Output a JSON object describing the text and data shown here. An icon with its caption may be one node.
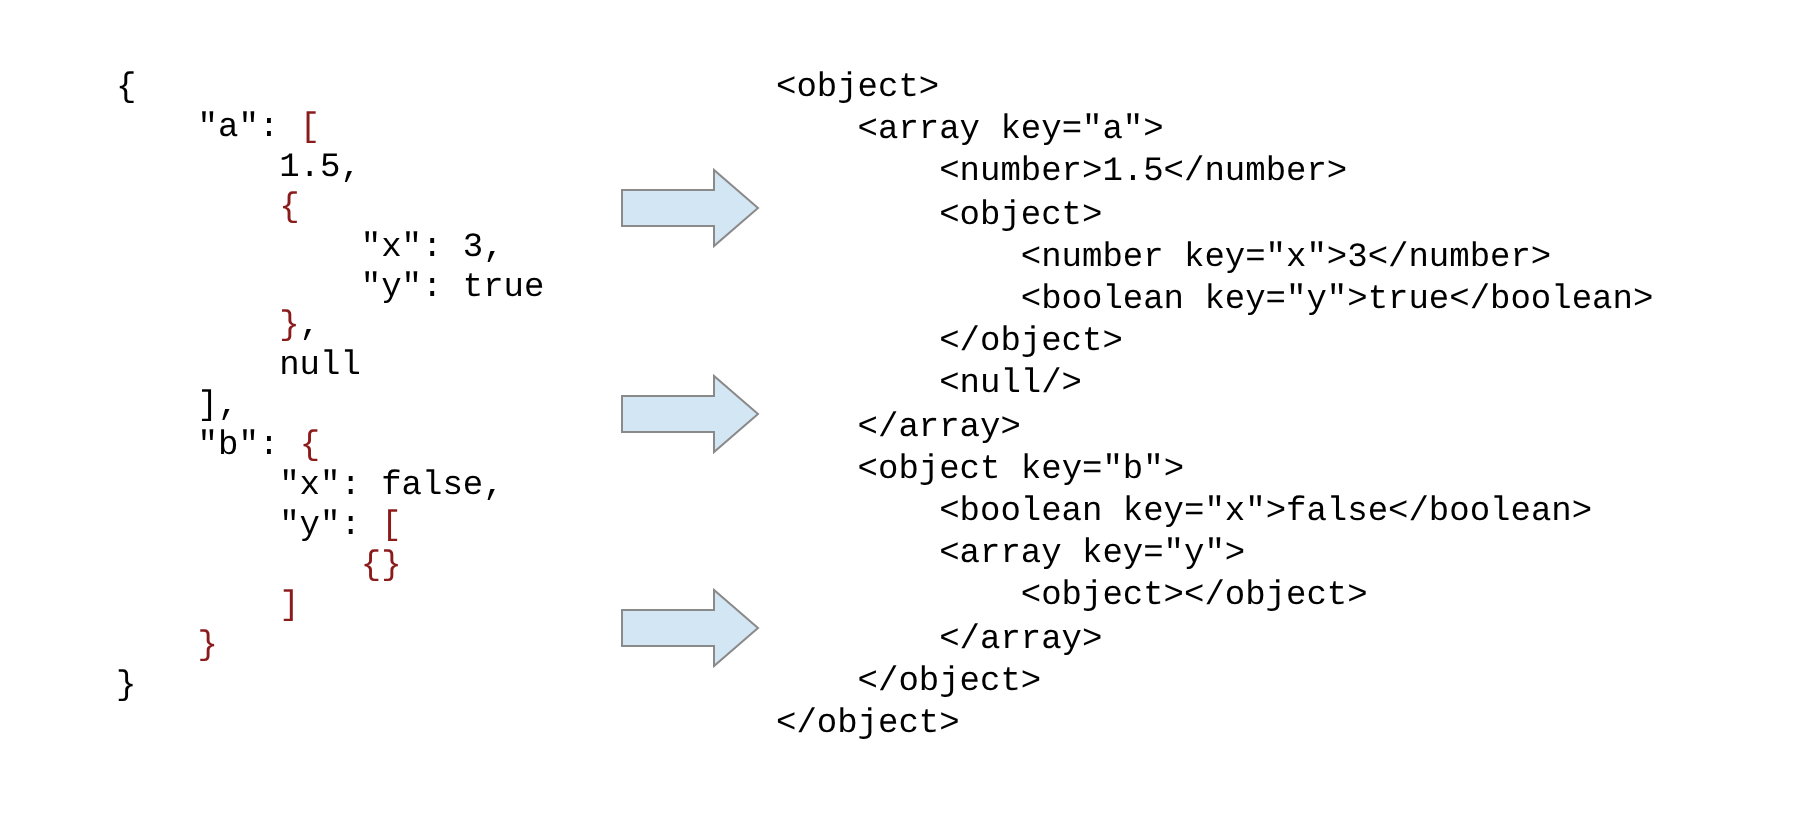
{
  "diagram": {
    "nodes": [
      {
        "text": [
          "{",
          "\"a\": [",
          "1.5,",
          "{",
          "\"x\": 3,",
          "\"y\": true",
          "},",
          "null",
          "],",
          "\"b\": {",
          "\"x\": false,",
          "\"y\": [",
          "{}",
          "]",
          "}",
          "}"
        ]
      },
      {
        "text": [
          "<object>",
          "<array key=\"a\">",
          "<number>1.5</number>",
          "<object>",
          "<number key=\"x\">3</number>",
          "<boolean key=\"y\">true</boolean>",
          "</object>",
          "<null/>",
          "</array>",
          "<object key=\"b\">",
          "<boolean key=\"x\">false</boolean>",
          "<array key=\"y\">",
          "<object></object>",
          "</array>",
          "</object>",
          "</object>"
        ]
      }
    ],
    "edges": [
      {
        "from": 0,
        "to": 1,
        "arrow": "to"
      },
      {
        "from": 0,
        "to": 1,
        "arrow": "to"
      },
      {
        "from": 0,
        "to": 1,
        "arrow": "to"
      }
    ]
  }
}
